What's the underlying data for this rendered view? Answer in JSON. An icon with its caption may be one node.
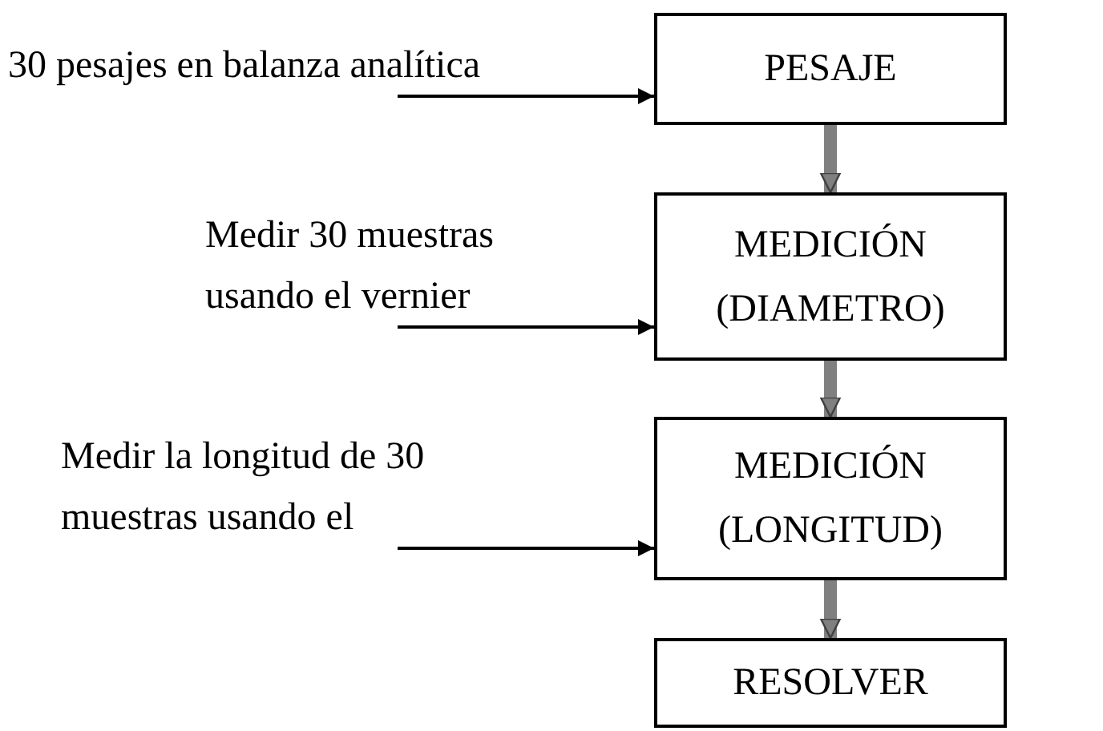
{
  "diagram": {
    "nodes": [
      {
        "text": [
          "30 pesajes en balanza analítica"
        ]
      },
      {
        "text": [
          "PESAJE"
        ]
      },
      {
        "text": [
          "Medir 30 muestras usando el vernier"
        ]
      },
      {
        "text": [
          "MEDICIÓN (DIAMETRO)"
        ]
      },
      {
        "text": [
          "Medir la longitud de 30 muestras usando el"
        ]
      },
      {
        "text": [
          "MEDICIÓN (LONGITUD)"
        ]
      },
      {
        "text": [
          "RESOLVER"
        ]
      }
    ],
    "edges": [
      {
        "from": 0,
        "to": 1,
        "arrow": "to"
      },
      {
        "from": 1,
        "to": 3,
        "arrow": "to",
        "style": "thick",
        "color": "#808080"
      },
      {
        "from": 2,
        "to": 3,
        "arrow": "to"
      },
      {
        "from": 3,
        "to": 5,
        "arrow": "to",
        "style": "thick",
        "color": "#808080"
      },
      {
        "from": 4,
        "to": 5,
        "arrow": "to"
      },
      {
        "from": 5,
        "to": 6,
        "arrow": "to",
        "style": "thick",
        "color": "#808080"
      }
    ]
  }
}
